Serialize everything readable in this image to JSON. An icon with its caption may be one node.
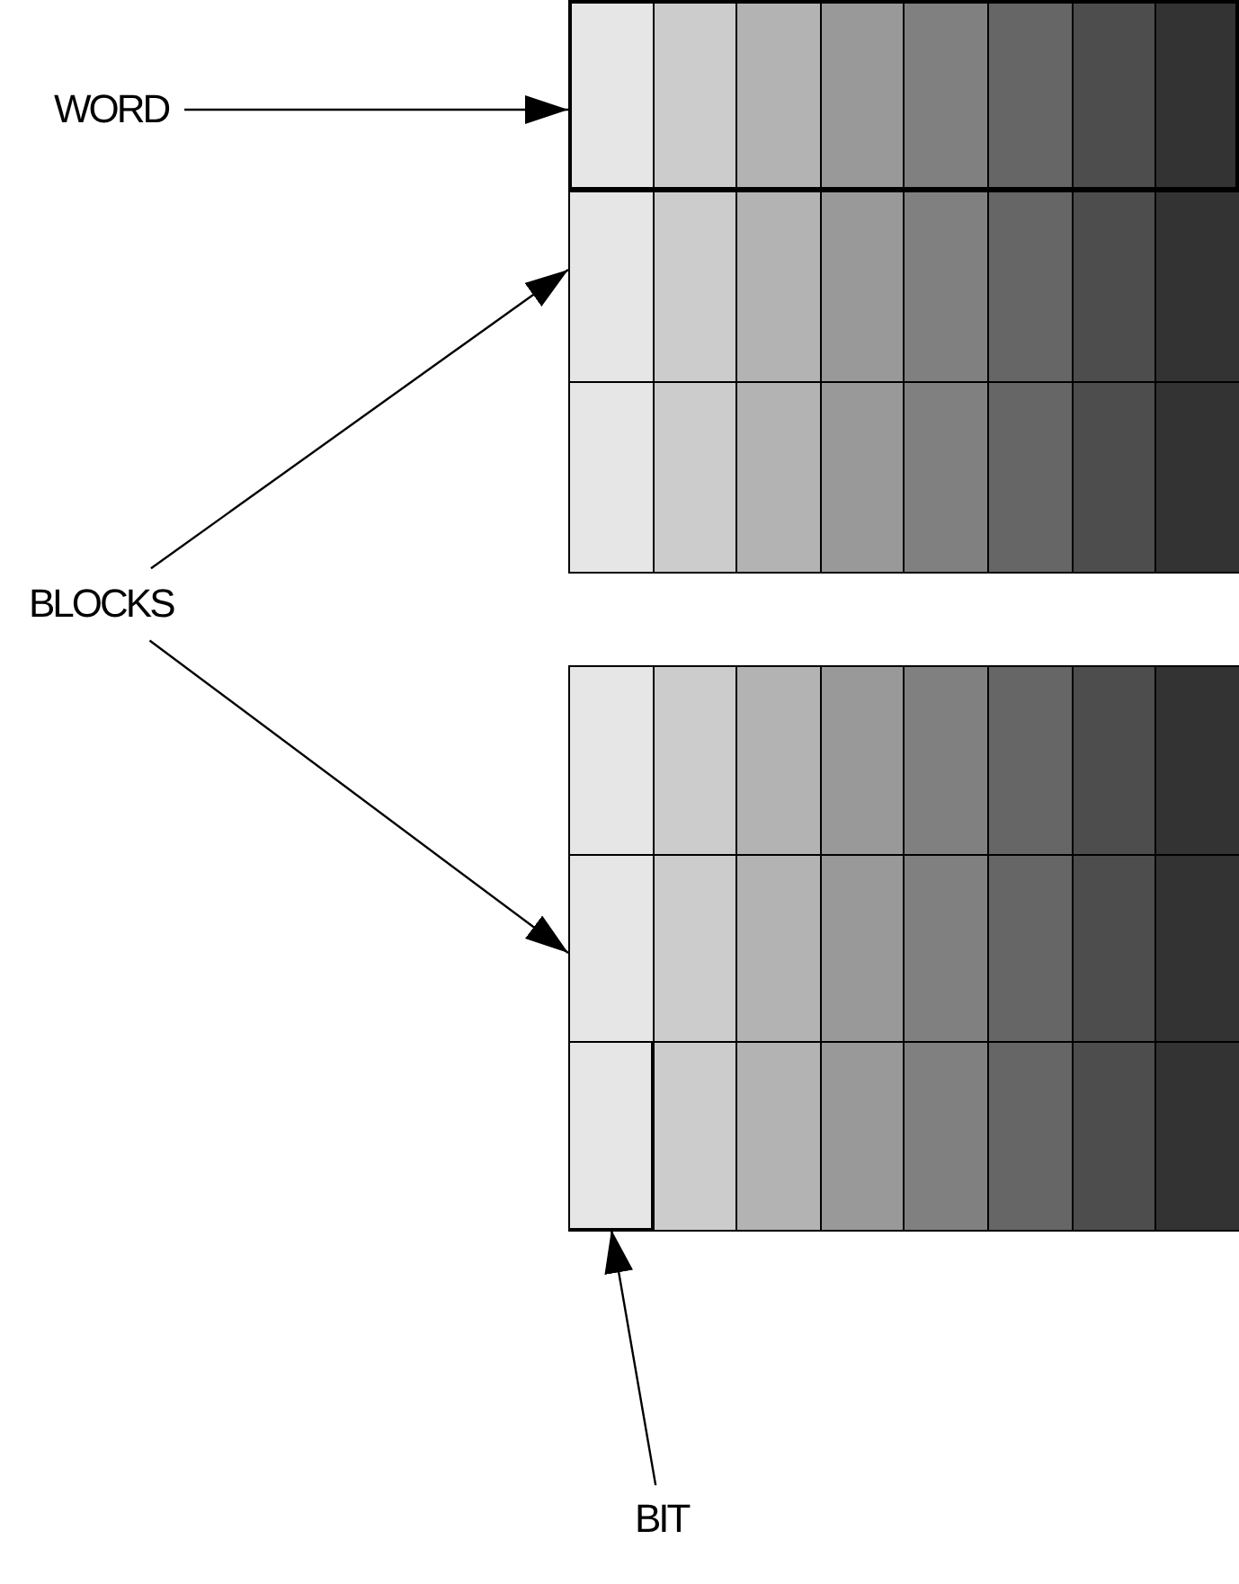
{
  "diagram": {
    "nodes": [
      {
        "text": [
          "WORD"
        ]
      },
      {
        "text": [
          "BLOCKS"
        ]
      },
      {
        "text": [
          "BIT"
        ]
      },
      {
        "text": [],
        "shape": "box"
      },
      {
        "text": [],
        "shape": "box"
      },
      {
        "text": [],
        "shape": "bar",
        "in": 3
      },
      {
        "text": [],
        "shape": "box",
        "in": 4
      }
    ],
    "edges": [
      {
        "from": 0,
        "to": 5,
        "arrow": "to"
      },
      {
        "from": 1,
        "to": 3,
        "arrow": "to"
      },
      {
        "from": 1,
        "to": 4,
        "arrow": "to"
      },
      {
        "from": 2,
        "to": 6,
        "arrow": "to"
      }
    ]
  }
}
